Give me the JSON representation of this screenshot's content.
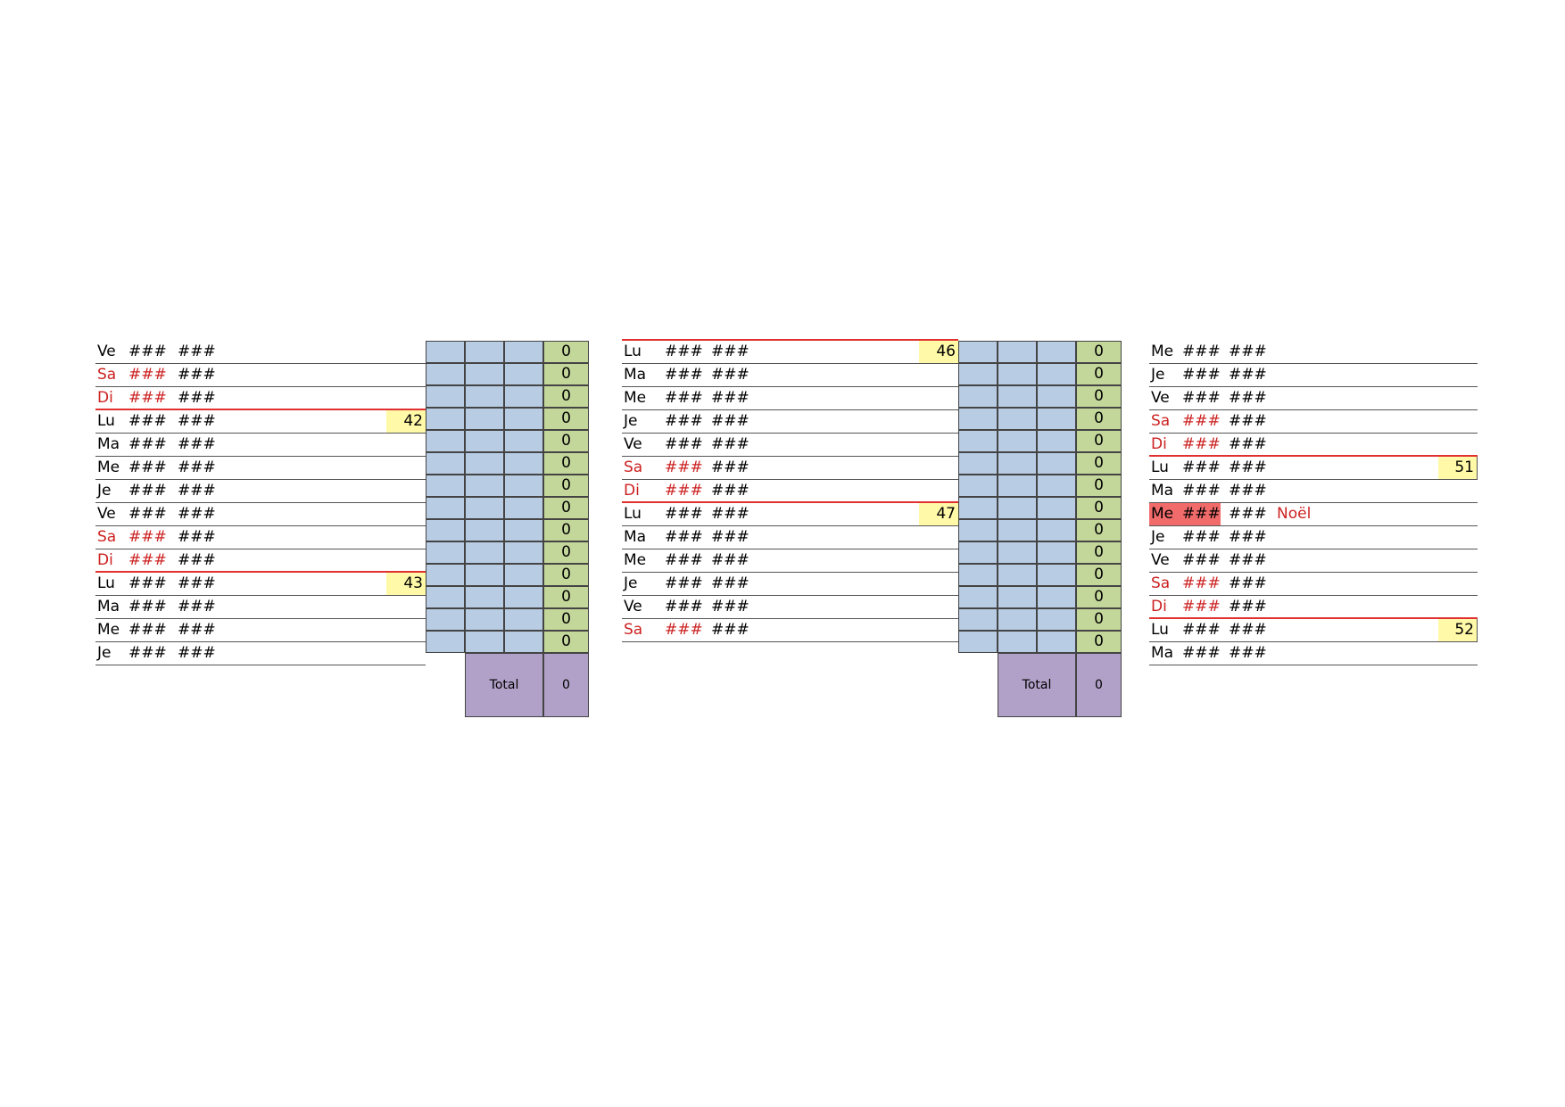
{
  "sheets": [
    {
      "rows": [
        {
          "day": "Ve",
          "d1": "###",
          "d2": "###",
          "weekend": false,
          "week_start": false,
          "week": ""
        },
        {
          "day": "Sa",
          "d1": "###",
          "d2": "###",
          "weekend": true,
          "week_start": false,
          "week": ""
        },
        {
          "day": "Di",
          "d1": "###",
          "d2": "###",
          "weekend": true,
          "week_start": false,
          "week": ""
        },
        {
          "day": "Lu",
          "d1": "###",
          "d2": "###",
          "weekend": false,
          "week_start": true,
          "week": "42"
        },
        {
          "day": "Ma",
          "d1": "###",
          "d2": "###",
          "weekend": false,
          "week_start": false,
          "week": ""
        },
        {
          "day": "Me",
          "d1": "###",
          "d2": "###",
          "weekend": false,
          "week_start": false,
          "week": ""
        },
        {
          "day": "Je",
          "d1": "###",
          "d2": "###",
          "weekend": false,
          "week_start": false,
          "week": ""
        },
        {
          "day": "Ve",
          "d1": "###",
          "d2": "###",
          "weekend": false,
          "week_start": false,
          "week": ""
        },
        {
          "day": "Sa",
          "d1": "###",
          "d2": "###",
          "weekend": true,
          "week_start": false,
          "week": ""
        },
        {
          "day": "Di",
          "d1": "###",
          "d2": "###",
          "weekend": true,
          "week_start": false,
          "week": ""
        },
        {
          "day": "Lu",
          "d1": "###",
          "d2": "###",
          "weekend": false,
          "week_start": true,
          "week": "43"
        },
        {
          "day": "Ma",
          "d1": "###",
          "d2": "###",
          "weekend": false,
          "week_start": false,
          "week": ""
        },
        {
          "day": "Me",
          "d1": "###",
          "d2": "###",
          "weekend": false,
          "week_start": false,
          "week": ""
        },
        {
          "day": "Je",
          "d1": "###",
          "d2": "###",
          "weekend": false,
          "week_start": false,
          "week": ""
        }
      ],
      "grid_values": [
        "0",
        "0",
        "0",
        "0",
        "0",
        "0",
        "0",
        "0",
        "0",
        "0",
        "0",
        "0",
        "0",
        "0"
      ],
      "total_label": "Total",
      "total_value": "0"
    },
    {
      "rows": [
        {
          "day": "Lu",
          "d1": "###",
          "d2": "###",
          "weekend": false,
          "week_start": true,
          "week": "46"
        },
        {
          "day": "Ma",
          "d1": "###",
          "d2": "###",
          "weekend": false,
          "week_start": false,
          "week": ""
        },
        {
          "day": "Me",
          "d1": "###",
          "d2": "###",
          "weekend": false,
          "week_start": false,
          "week": ""
        },
        {
          "day": "Je",
          "d1": "###",
          "d2": "###",
          "weekend": false,
          "week_start": false,
          "week": ""
        },
        {
          "day": "Ve",
          "d1": "###",
          "d2": "###",
          "weekend": false,
          "week_start": false,
          "week": ""
        },
        {
          "day": "Sa",
          "d1": "###",
          "d2": "###",
          "weekend": true,
          "week_start": false,
          "week": ""
        },
        {
          "day": "Di",
          "d1": "###",
          "d2": "###",
          "weekend": true,
          "week_start": false,
          "week": ""
        },
        {
          "day": "Lu",
          "d1": "###",
          "d2": "###",
          "weekend": false,
          "week_start": true,
          "week": "47"
        },
        {
          "day": "Ma",
          "d1": "###",
          "d2": "###",
          "weekend": false,
          "week_start": false,
          "week": ""
        },
        {
          "day": "Me",
          "d1": "###",
          "d2": "###",
          "weekend": false,
          "week_start": false,
          "week": ""
        },
        {
          "day": "Je",
          "d1": "###",
          "d2": "###",
          "weekend": false,
          "week_start": false,
          "week": ""
        },
        {
          "day": "Ve",
          "d1": "###",
          "d2": "###",
          "weekend": false,
          "week_start": false,
          "week": ""
        },
        {
          "day": "Sa",
          "d1": "###",
          "d2": "###",
          "weekend": true,
          "week_start": false,
          "week": ""
        }
      ],
      "grid_values": [
        "0",
        "0",
        "0",
        "0",
        "0",
        "0",
        "0",
        "0",
        "0",
        "0",
        "0",
        "0",
        "0",
        "0"
      ],
      "total_label": "Total",
      "total_value": "0"
    },
    {
      "rows": [
        {
          "day": "Me",
          "d1": "###",
          "d2": "###",
          "weekend": false,
          "week_start": false,
          "week": ""
        },
        {
          "day": "Je",
          "d1": "###",
          "d2": "###",
          "weekend": false,
          "week_start": false,
          "week": ""
        },
        {
          "day": "Ve",
          "d1": "###",
          "d2": "###",
          "weekend": false,
          "week_start": false,
          "week": ""
        },
        {
          "day": "Sa",
          "d1": "###",
          "d2": "###",
          "weekend": true,
          "week_start": false,
          "week": ""
        },
        {
          "day": "Di",
          "d1": "###",
          "d2": "###",
          "weekend": true,
          "week_start": false,
          "week": ""
        },
        {
          "day": "Lu",
          "d1": "###",
          "d2": "###",
          "weekend": false,
          "week_start": true,
          "week": "51"
        },
        {
          "day": "Ma",
          "d1": "###",
          "d2": "###",
          "weekend": false,
          "week_start": false,
          "week": ""
        },
        {
          "day": "Me",
          "d1": "###",
          "d2": "###",
          "weekend": false,
          "week_start": false,
          "week": "",
          "holiday": "Noël"
        },
        {
          "day": "Je",
          "d1": "###",
          "d2": "###",
          "weekend": false,
          "week_start": false,
          "week": ""
        },
        {
          "day": "Ve",
          "d1": "###",
          "d2": "###",
          "weekend": false,
          "week_start": false,
          "week": ""
        },
        {
          "day": "Sa",
          "d1": "###",
          "d2": "###",
          "weekend": true,
          "week_start": false,
          "week": ""
        },
        {
          "day": "Di",
          "d1": "###",
          "d2": "###",
          "weekend": true,
          "week_start": false,
          "week": ""
        },
        {
          "day": "Lu",
          "d1": "###",
          "d2": "###",
          "weekend": false,
          "week_start": true,
          "week": "52"
        },
        {
          "day": "Ma",
          "d1": "###",
          "d2": "###",
          "weekend": false,
          "week_start": false,
          "week": ""
        }
      ]
    }
  ],
  "colors": {
    "weekend_text": "#cc2222",
    "week_number_bg": "#fff9a8",
    "input_cell_bg": "#b8cce4",
    "sum_cell_bg": "#c4d79b",
    "total_bg": "#b1a0c7",
    "holiday_bg": "#f26b6b"
  }
}
